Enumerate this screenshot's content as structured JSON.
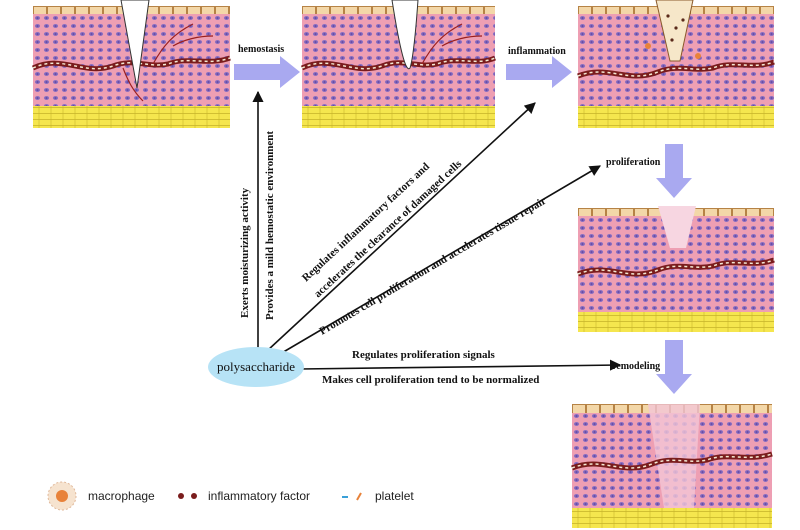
{
  "stages": {
    "hemostasis": "hemostasis",
    "inflammation": "inflammation",
    "proliferation": "proliferation",
    "remodeling": "remodeling"
  },
  "center": {
    "label": "polysaccharide"
  },
  "effects": {
    "moisturizing": "Exerts moisturizing activity",
    "hemostatic": "Provides a mild hemostatic environment",
    "inflammatory_1": "Regulates inflammatory factors and",
    "inflammatory_2": "accelerates the clearance of damaged cells",
    "tissue_repair": "Promotes cell proliferation and accelerates tissue repair",
    "signals": "Regulates proliferation signals",
    "normalized": "Makes cell proliferation tend to be normalized"
  },
  "legend": {
    "macrophage": "macrophage",
    "inflammatory_factor": "inflammatory factor",
    "platelet": "platelet"
  },
  "colors": {
    "dermis": "#ee9fb3",
    "cell_purple": "#8a6fc2",
    "epidermis": "#f3d7a8",
    "fat": "#f5e64e",
    "vessel": "#7a1c1c",
    "stage_arrow": "#a9a9f0",
    "ellipse": "#b7e3f6"
  }
}
